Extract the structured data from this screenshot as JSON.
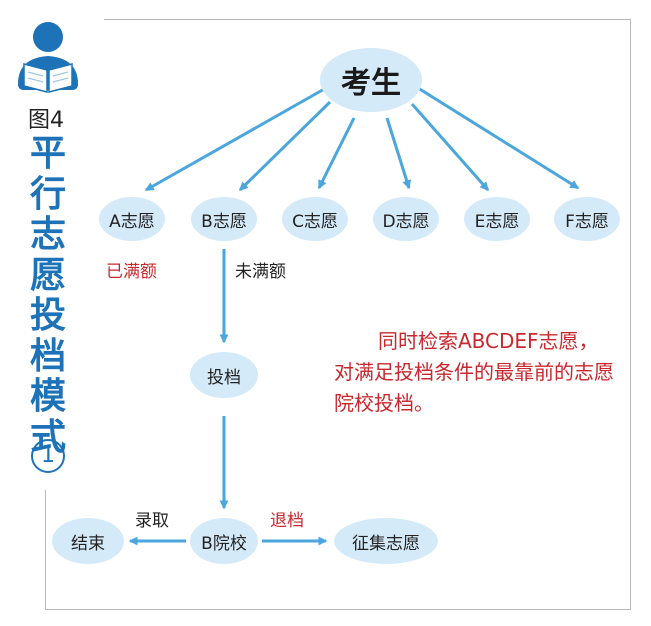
{
  "figure_label": "图4",
  "title_chars": [
    "平",
    "行",
    "志",
    "愿",
    "投",
    "档",
    "模",
    "式"
  ],
  "circled_number": "1",
  "root": "考生",
  "choices": [
    "A志愿",
    "B志愿",
    "C志愿",
    "D志愿",
    "E志愿",
    "F志愿"
  ],
  "label_full": "已满额",
  "label_not_full": "未满额",
  "node_toudang": "投档",
  "node_b_college": "B院校",
  "node_end": "结束",
  "node_zhengji": "征集志愿",
  "label_admit": "录取",
  "label_return": "退档",
  "note": "同时检索ABCDEF志愿，对满足投档条件的最靠前的志愿院校投档。",
  "colors": {
    "accent_blue": "#1e73b8",
    "node_fill": "#d4eaf9",
    "arrow": "#4aa6db",
    "note_red": "#c8282d"
  },
  "icons": [
    "person-reading-icon"
  ]
}
